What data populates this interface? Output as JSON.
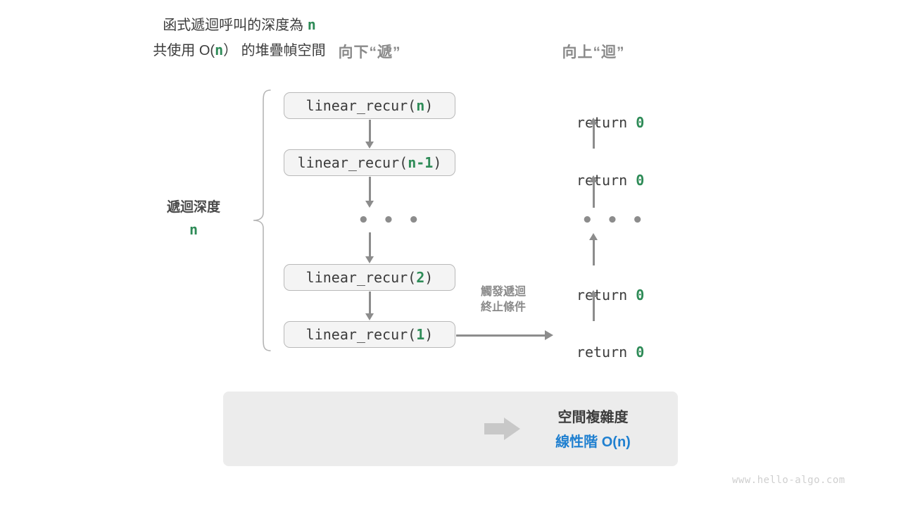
{
  "headings": {
    "down": "向下“遞”",
    "up": "向上“迴”"
  },
  "depth": {
    "label": "遞迴深度",
    "value": "n"
  },
  "calls": [
    {
      "prefix": "linear_recur(",
      "arg": "n",
      "suffix": ")"
    },
    {
      "prefix": "linear_recur(",
      "arg": "n-1",
      "suffix": ")"
    },
    {
      "prefix": "linear_recur(",
      "arg": "2",
      "suffix": ")"
    },
    {
      "prefix": "linear_recur(",
      "arg": "1",
      "suffix": ")"
    }
  ],
  "ellipsis": "• • •",
  "returns": [
    {
      "keyword": "return ",
      "value": "0"
    },
    {
      "keyword": "return ",
      "value": "0"
    },
    {
      "keyword": "return ",
      "value": "0"
    },
    {
      "keyword": "return ",
      "value": "0"
    }
  ],
  "trigger_note": {
    "line1": "觸發遞迴",
    "line2": "終止條件"
  },
  "summary": {
    "line1_pre": "函式遞迴呼叫的深度為 ",
    "line1_hl": "n",
    "line2_pre": "共使用 O(",
    "line2_hl": "n",
    "line2_post": "） 的堆疊幀空間",
    "complexity_title": "空間複雜度",
    "complexity_value": "線性階 O(n)"
  },
  "footer": {
    "url": "www.hello-algo.com"
  },
  "colors": {
    "accent_green": "#2e8b57",
    "accent_blue": "#2080d0",
    "arrow_gray": "#8c8c8c",
    "box_fill": "#f4f4f4",
    "box_border": "#b9b9b9",
    "panel_fill": "#ececec",
    "heading_gray": "#8a8a8a",
    "text_dark": "#3c3c3c",
    "footer_gray": "#cfcfcf"
  }
}
